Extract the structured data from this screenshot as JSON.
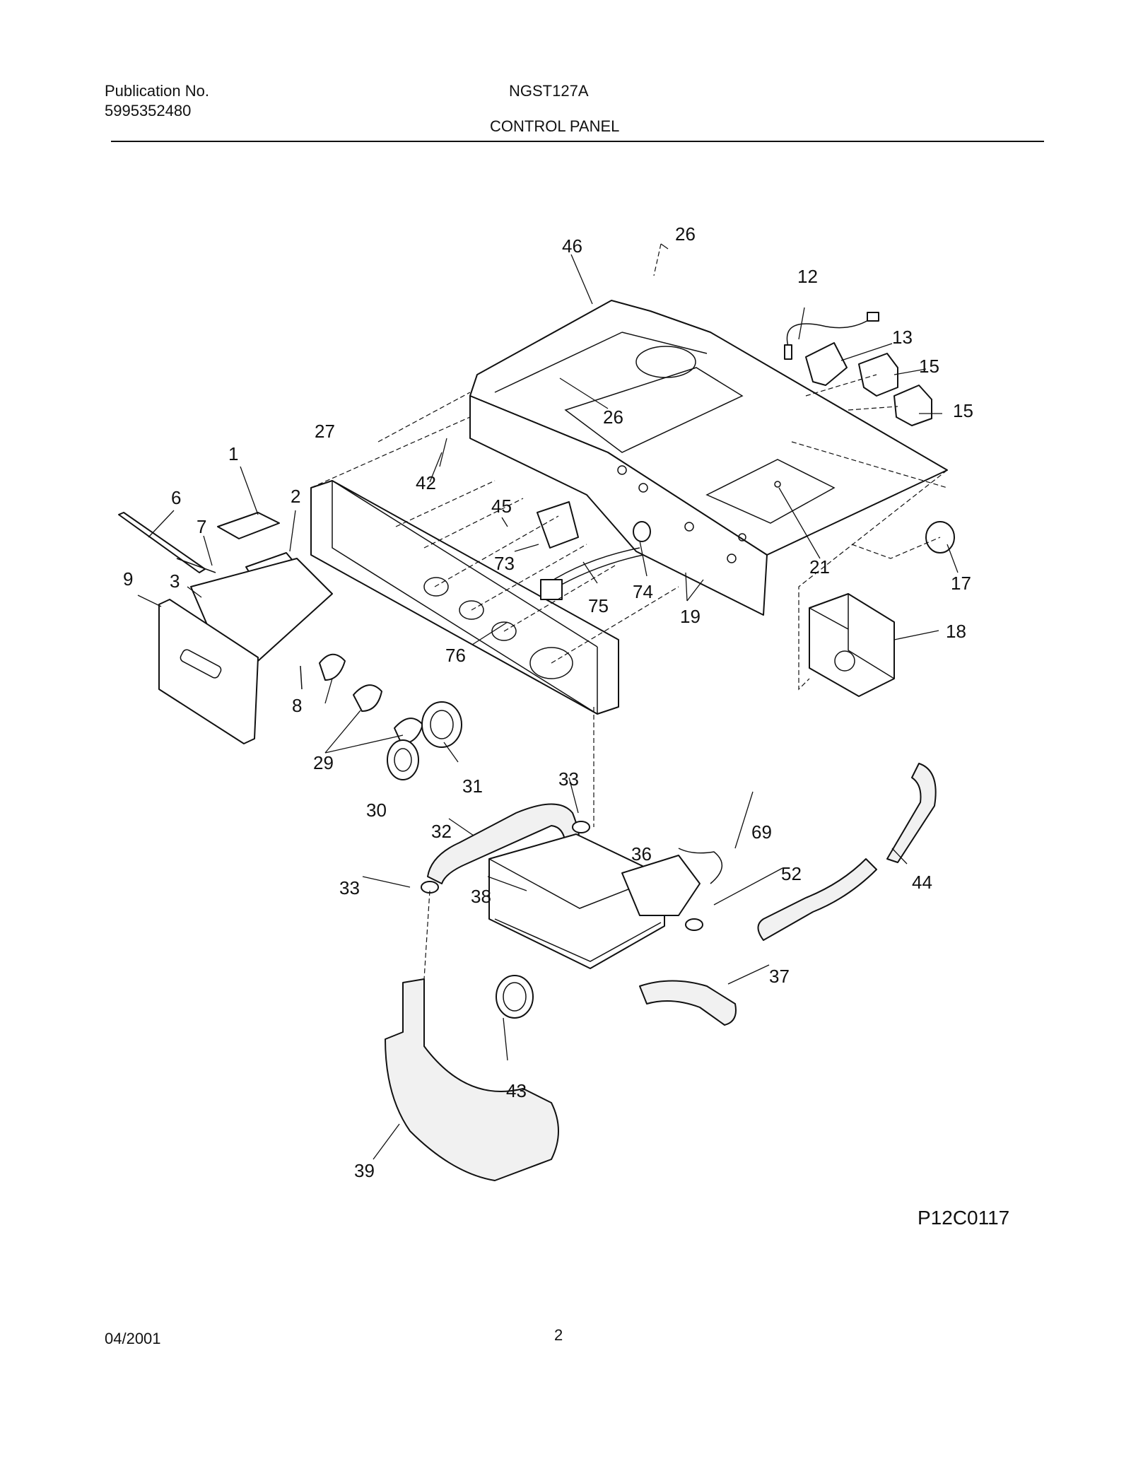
{
  "header": {
    "publication_label": "Publication No.",
    "publication_number": "5995352480",
    "model": "NGST127A",
    "section_title": "CONTROL PANEL"
  },
  "diagram": {
    "drawing_code": "P12C0117",
    "callouts": [
      "1",
      "2",
      "3",
      "6",
      "7",
      "8",
      "9",
      "12",
      "13",
      "15",
      "15",
      "17",
      "18",
      "19",
      "21",
      "26",
      "26",
      "27",
      "29",
      "30",
      "31",
      "32",
      "33",
      "33",
      "36",
      "37",
      "38",
      "39",
      "42",
      "43",
      "44",
      "45",
      "46",
      "52",
      "69",
      "73",
      "74",
      "75",
      "76"
    ]
  },
  "footer": {
    "date": "04/2001",
    "page_number": "2"
  }
}
